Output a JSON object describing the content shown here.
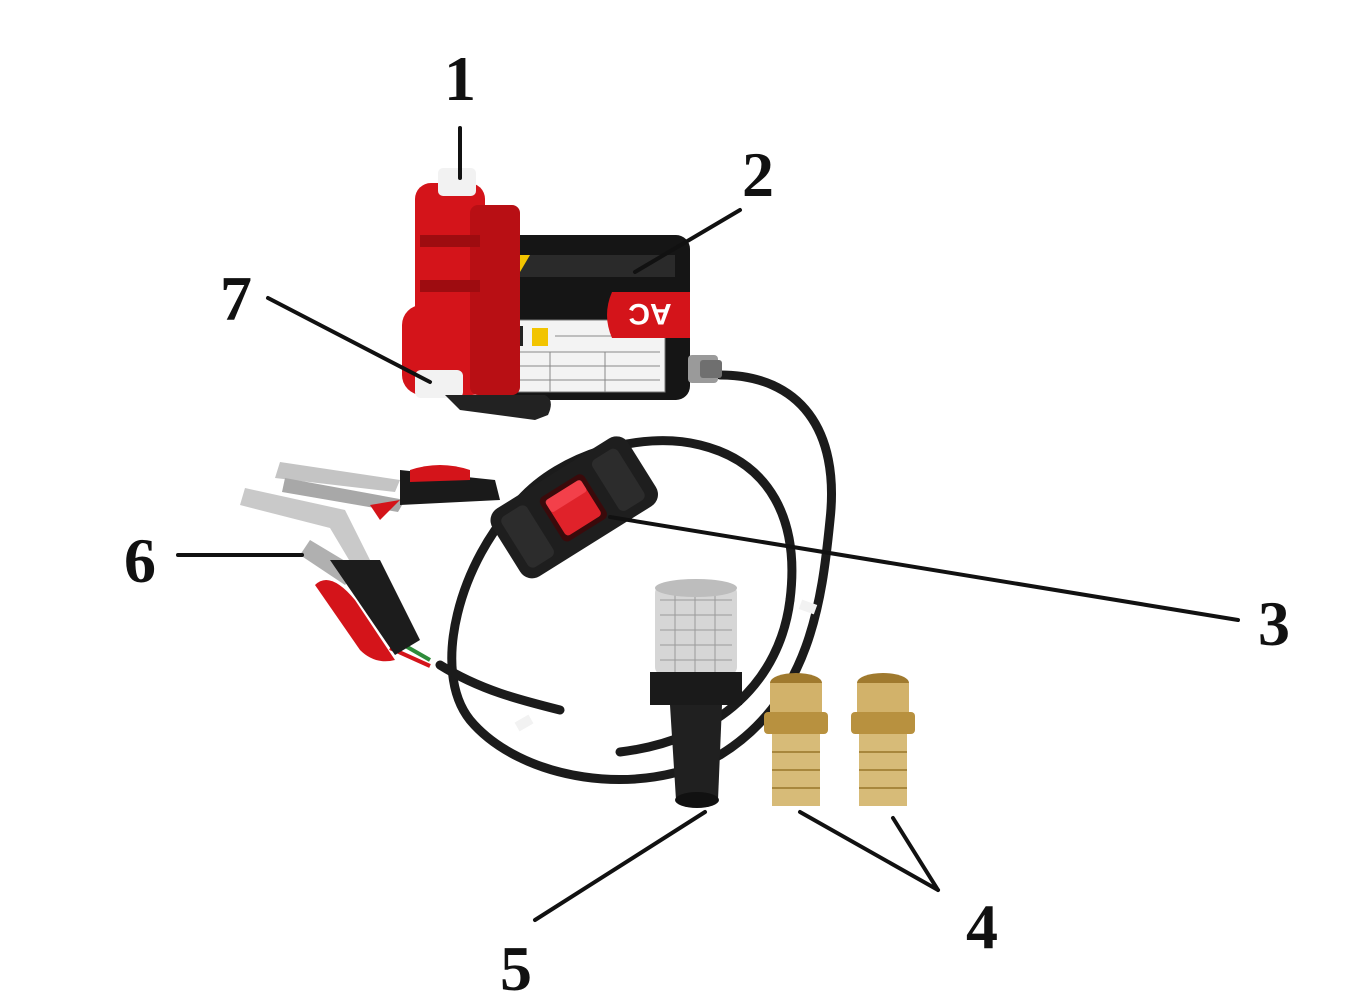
{
  "diagram": {
    "colors": {
      "pump_red": "#d4141a",
      "pump_dark_red": "#9e0c10",
      "motor_black": "#151515",
      "brass": "#c9a85c",
      "clip_silver": "#c4c4c4",
      "wire_red": "#2e8b3a"
    },
    "labels": {
      "motor_badge": "AC"
    },
    "callouts": [
      {
        "id": "1",
        "text": "1"
      },
      {
        "id": "2",
        "text": "2"
      },
      {
        "id": "3",
        "text": "3"
      },
      {
        "id": "4",
        "text": "4"
      },
      {
        "id": "5",
        "text": "5"
      },
      {
        "id": "6",
        "text": "6"
      },
      {
        "id": "7",
        "text": "7"
      }
    ]
  }
}
